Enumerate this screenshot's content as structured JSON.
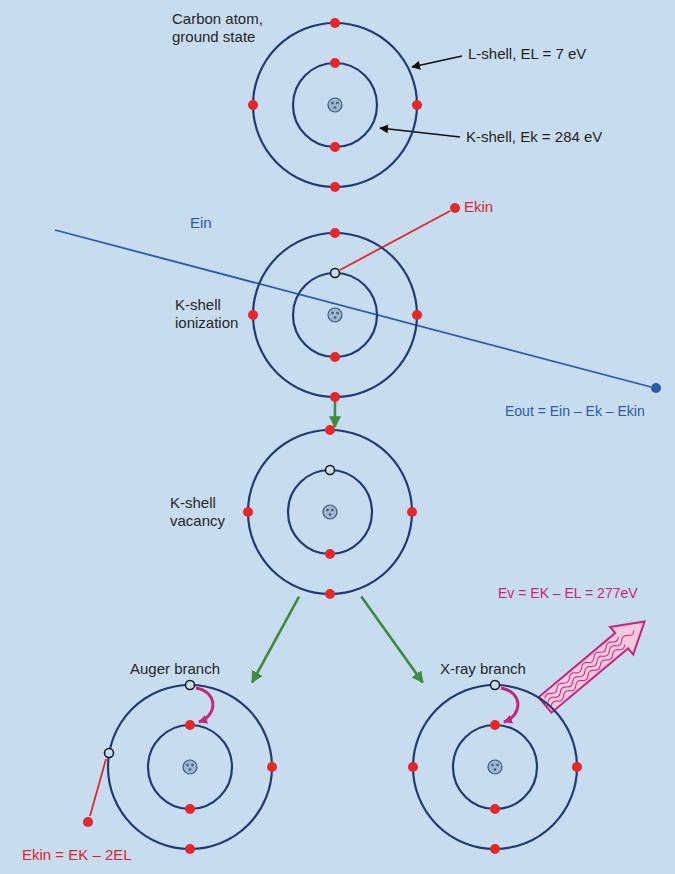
{
  "diagram": {
    "nodes": [
      {
        "text": [
          "Carbon atom, ground state"
        ]
      },
      {
        "text": [
          "K-shell ionization"
        ]
      },
      {
        "text": [
          "K-shell vacancy"
        ]
      },
      {
        "text": [
          "Auger branch"
        ]
      },
      {
        "text": [
          "X-ray branch"
        ]
      }
    ],
    "edges": [
      {
        "from": 1,
        "to": 2,
        "arrow": "to"
      },
      {
        "from": 2,
        "to": 3,
        "arrow": "to"
      },
      {
        "from": 2,
        "to": 4,
        "arrow": "to"
      }
    ],
    "labels": [
      "L-shell, EL = 7 eV",
      "K-shell, Ek = 284 eV",
      "Ein",
      "Ekin",
      "Eout = Ein – Ek – Ekin",
      "Ev = EK – EL = 277eV",
      "Ekin = EK – 2EL"
    ]
  }
}
